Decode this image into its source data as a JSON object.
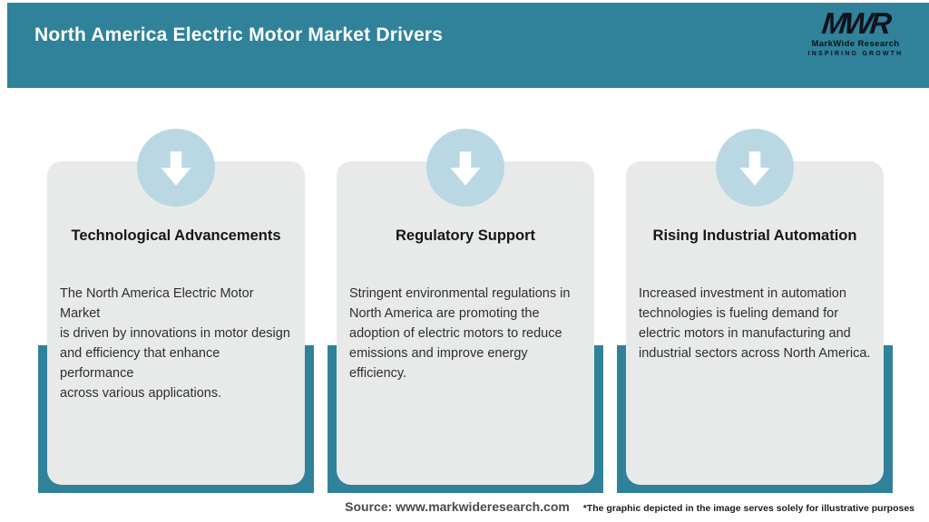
{
  "header": {
    "title": "North America Electric Motor Market Drivers",
    "logo": {
      "monogram": "MWR",
      "name": "MarkWide Research",
      "tagline": "INSPIRING GROWTH"
    }
  },
  "cards": [
    {
      "icon": "down-arrow-icon",
      "title": "Technological Advancements",
      "description": "The North America Electric Motor Market\nis driven by innovations in motor design\nand efficiency that enhance performance\nacross various applications."
    },
    {
      "icon": "down-arrow-icon",
      "title": "Regulatory Support",
      "description": "Stringent environmental regulations in\nNorth America are promoting the\nadoption of electric motors to reduce\nemissions and improve energy efficiency."
    },
    {
      "icon": "down-arrow-icon",
      "title": "Rising Industrial Automation",
      "description": "Increased investment in automation\ntechnologies is fueling demand for\nelectric motors in manufacturing and\nindustrial sectors across North America."
    }
  ],
  "footer": {
    "source": "Source: www.markwideresearch.com",
    "disclaimer": "*The graphic depicted in the image serves solely for illustrative purposes"
  },
  "colors": {
    "teal": "#2F8299",
    "light_blue": "#B9D8E4",
    "card_gray": "#E8EAEA",
    "logo_black": "#10121C",
    "arrow_white": "#FFFFFF"
  }
}
